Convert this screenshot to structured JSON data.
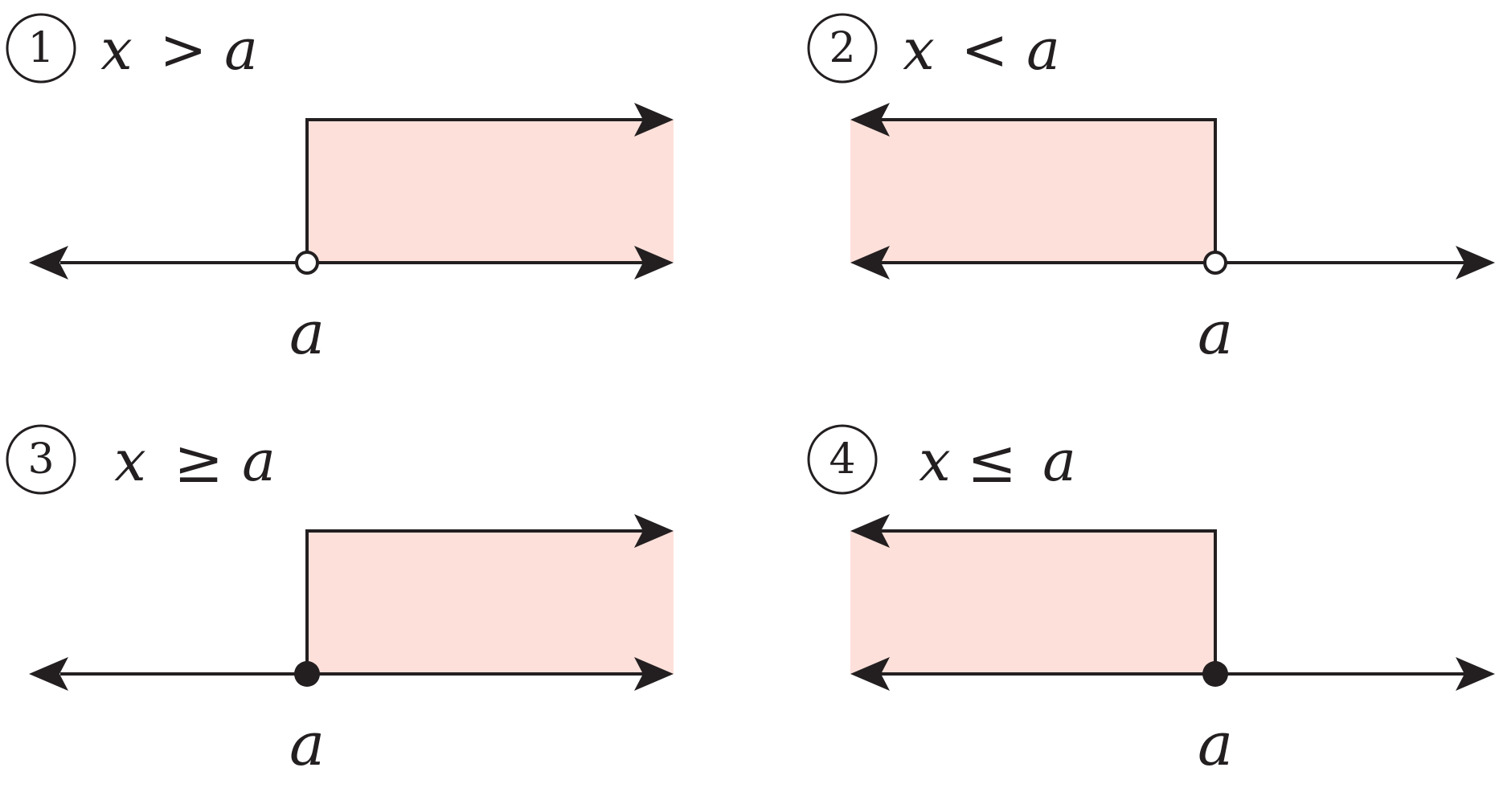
{
  "panels": [
    {
      "number": "1",
      "lhs": "x",
      "relation": ">",
      "rhs": "a",
      "point_label": "a",
      "point": "open",
      "region_side": "right"
    },
    {
      "number": "2",
      "lhs": "x",
      "relation": "<",
      "rhs": "a",
      "point_label": "a",
      "point": "open",
      "region_side": "left"
    },
    {
      "number": "3",
      "lhs": "x",
      "relation": "≥",
      "rhs": "a",
      "point_label": "a",
      "point": "closed",
      "region_side": "right"
    },
    {
      "number": "4",
      "lhs": "x",
      "relation": "≤",
      "rhs": "a",
      "point_label": "a",
      "point": "closed",
      "region_side": "left"
    }
  ],
  "colors": {
    "region": "#fde0da",
    "ink": "#231f20"
  }
}
